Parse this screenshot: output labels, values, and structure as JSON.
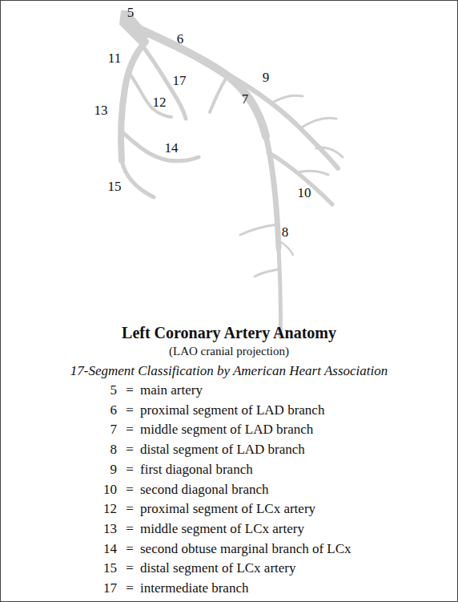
{
  "diagram": {
    "title": "Left Coronary Artery Anatomy",
    "labels": [
      "5",
      "6",
      "11",
      "17",
      "9",
      "7",
      "12",
      "13",
      "14",
      "10",
      "8",
      "15",
      "(LAO cranial projection)",
      "17-Segment Classification by American Heart Association",
      "5",
      "=",
      "main artery",
      "6",
      "=",
      "proximal segment of LAD branch",
      "7",
      "=",
      "middle segment of LAD branch",
      "8",
      "=",
      "distal segment of LAD branch",
      "9",
      "=",
      "first diagonal branch",
      "10",
      "=",
      "second diagonal branch",
      "12",
      "=",
      "proximal segment of LCx artery",
      "13",
      "=",
      "middle segment of LCx artery",
      "14",
      "=",
      "second obtuse marginal branch of LCx",
      "15",
      "=",
      "distal segment of LCx artery",
      "17",
      "=",
      "intermediate branch"
    ]
  }
}
